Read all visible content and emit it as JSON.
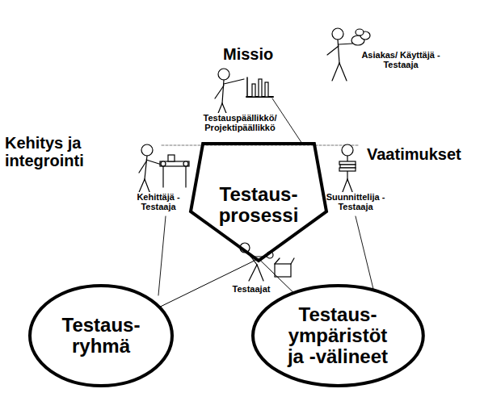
{
  "diagram": {
    "nodes": [
      {
        "text": [
          "Testaus- prosessi"
        ]
      },
      {
        "text": [
          "Testaus- ryhmä"
        ]
      },
      {
        "text": [
          "Testaus- ympäristöt ja -välineet"
        ]
      }
    ],
    "edges": [
      {
        "from": 0,
        "to": 1,
        "arrow": "none"
      },
      {
        "from": 0,
        "to": 2,
        "arrow": "none"
      }
    ],
    "labels": [
      "Missio",
      "Asiakas/ Käyttäjä - Testaaja",
      "Testauspäällikkö/ Projektipäällikkö",
      "Kehitys ja integrointi",
      "Kehittäjä - Testaaja",
      "Vaatimukset",
      "Suunnittelija - Testaaja",
      "Testaajat"
    ]
  }
}
